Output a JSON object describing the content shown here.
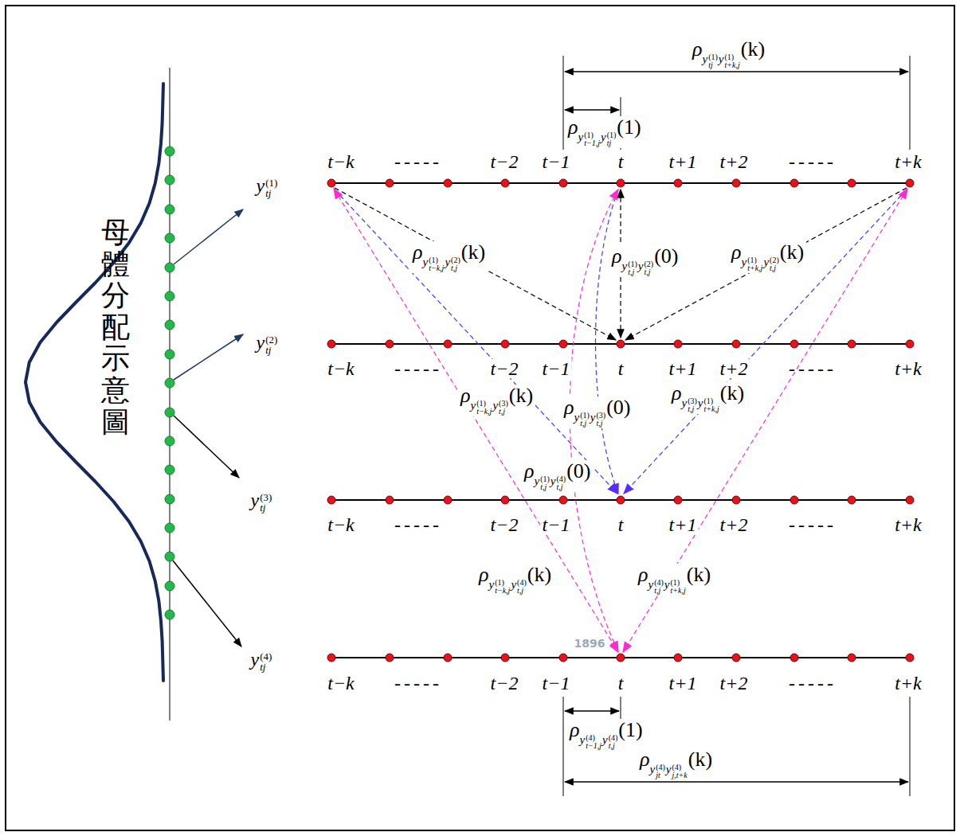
{
  "diagram": {
    "labels": [
      "母體分配示意圖",
      "y(1)tj",
      "y(2)tj",
      "y(3)tj",
      "y(4)tj",
      "t−k",
      "-----",
      "t−2",
      "t−1",
      "t",
      "t+1",
      "t+2",
      "-----",
      "t+k",
      "t−k",
      "-----",
      "t−2",
      "t−1",
      "t",
      "t+1",
      "t+2",
      "-----",
      "t+k",
      "t−k",
      "-----",
      "t−2",
      "t−1",
      "t",
      "t+1",
      "t+2",
      "-----",
      "t+k",
      "t−k",
      "-----",
      "t−2",
      "t−1",
      "t",
      "t+1",
      "t+2",
      "-----",
      "t+k",
      "ρy(1)tjy(1)t+k,j(k)",
      "ρy(1)t−1,jy(1)tj(1)",
      "ρy(1)t−k,jy(2)t,j(k)",
      "ρy(1)t,jy(2)t,j(0)",
      "ρy(1)t+k,jy(2)t,j(k)",
      "ρy(1)t−k,jy(3)t,j(k)",
      "ρy(1)t,jy(3)t,j(0)",
      "ρy(3)t,jy(1)t+k,j(k)",
      "ρy(1)t,jy(4)t,j(0)",
      "ρy(1)t−k,jy(4)t,j(k)",
      "ρy(4)t,jy(1)t+k,j(k)",
      "ρy(4)t−1,jy(4)t,j(1)",
      "ρy(4)jty(4)j,t+k(k)",
      "1896"
    ]
  }
}
